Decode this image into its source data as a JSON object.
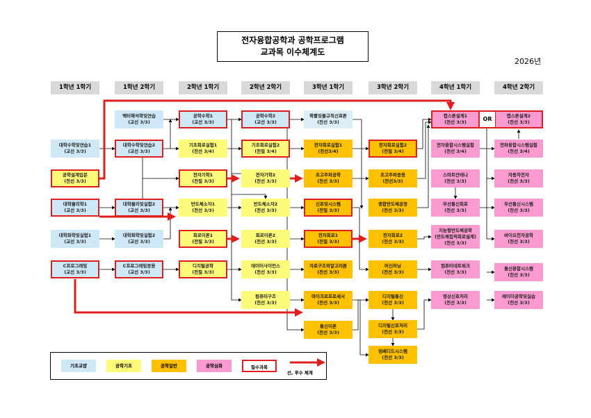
{
  "title": {
    "line1": "전자융합공학과 공학프로그램",
    "line2": "교과목 이수체계도"
  },
  "year": "2026년",
  "headers": [
    "1학년 1학기",
    "1학년 2학기",
    "2학년 1학기",
    "2학년 2학기",
    "3학년 1학기",
    "3학년 2학기",
    "4학년 1학기",
    "4학년 2학기"
  ],
  "courses": {
    "c1": [
      {
        "name": "대학수학및연습1",
        "credit": "(교선 3/3)"
      },
      {
        "name": "공학설계입문",
        "credit": "(전선 3/3)"
      },
      {
        "name": "대학물리학1",
        "credit": "(교선 3/3)"
      },
      {
        "name": "대학화학및실험1",
        "credit": "(교선 3/3)"
      },
      {
        "name": "C프로그래밍",
        "credit": "(교선 3/3)"
      }
    ],
    "c2": [
      {
        "name": "벡터해석학및연습",
        "credit": "(교선 3/3)"
      },
      {
        "name": "대학수학및연습2",
        "credit": "(교선 3/3)"
      },
      {
        "name": "대학물리및실험2",
        "credit": "(교선 3/3)"
      },
      {
        "name": "대학화학및실험2",
        "credit": "(교선 3/3)"
      },
      {
        "name": "C프로그래밍응용",
        "credit": "(교선 3/3)"
      }
    ],
    "c3": [
      {
        "name": "공학수학1",
        "credit": "(교선 3/3)"
      },
      {
        "name": "기초회로실험1",
        "credit": "(전선 3/4)"
      },
      {
        "name": "전자기학1",
        "credit": "(전필 3/3)"
      },
      {
        "name": "반도체소자1",
        "credit": "(전선 3/3)"
      },
      {
        "name": "회로이론1",
        "credit": "(전필 3/3)"
      },
      {
        "name": "디지털공학",
        "credit": "(전필 3/3)"
      }
    ],
    "c4": [
      {
        "name": "공학수학2",
        "credit": "(교선 3/3)"
      },
      {
        "name": "기초회로실험2",
        "credit": "(전필 3/4)"
      },
      {
        "name": "전자기학2",
        "credit": "(전선 3/3)"
      },
      {
        "name": "반도체소자2",
        "credit": "(전선 3/3)"
      },
      {
        "name": "회로이론2",
        "credit": "(전선 3/3)"
      },
      {
        "name": "데이터사이언스",
        "credit": "(전선 3/3)"
      },
      {
        "name": "컴퓨터구조",
        "credit": "(전선 3/3)"
      }
    ],
    "c5": [
      {
        "name": "확률및불규칙신호론",
        "credit": "(전선 3/3)"
      },
      {
        "name": "전자회로실험1",
        "credit": "(전선3/4)"
      },
      {
        "name": "초고주파공학",
        "credit": "(전선 3/3)"
      },
      {
        "name": "신호및시스템",
        "credit": "(전필 3/3)"
      },
      {
        "name": "전자회로1",
        "credit": "(전필 3/3)"
      },
      {
        "name": "자료구조와알고리즘",
        "credit": "(전선 3/3)"
      },
      {
        "name": "마이크로프로세서",
        "credit": "(전선 3/3)"
      },
      {
        "name": "통신이론",
        "credit": "(전선 3/3)"
      }
    ],
    "c6": [
      {
        "name": "전자회로실험2",
        "credit": "(전필 3/4)"
      },
      {
        "name": "초고주파응용",
        "credit": "(전선3/3)"
      },
      {
        "name": "종합반도체공정",
        "credit": "(전선 3/3)"
      },
      {
        "name": "전자회로2",
        "credit": "(전선 3/3)"
      },
      {
        "name": "머신러닝",
        "credit": "(전선 3/3)"
      },
      {
        "name": "디지털통신",
        "credit": "(전선 3/3)"
      },
      {
        "name": "디지털신호처리",
        "credit": "(전선 3/3)"
      },
      {
        "name": "임베디드시스템",
        "credit": "(전선 3/3)"
      }
    ],
    "c7": [
      {
        "name": "캡스톤설계1",
        "credit": "(전선 3/3)"
      },
      {
        "name": "전자융합시스템실험",
        "credit": "(전선 3/4)"
      },
      {
        "name": "스마트안테나",
        "credit": "(전선 3/3)"
      },
      {
        "name": "무선통신회로",
        "credit": "(전선 3/3)"
      },
      {
        "name": "지능형반도체공학",
        "sub": "(반도체집적회로설계)",
        "credit": "(전선 3/3)"
      },
      {
        "name": "컴퓨터네트워크",
        "credit": "(전선 3/3)"
      },
      {
        "name": "영상신호처리",
        "credit": "(전선 3/3)"
      }
    ],
    "c8": [
      {
        "name": "캡스톤설계2",
        "credit": "(전선 3/3)"
      },
      {
        "name": "전파융합시스템실험",
        "credit": "(전선 3/4)"
      },
      {
        "name": "자동차전자",
        "credit": "(전선 3/3)"
      },
      {
        "name": "무선통신시스템",
        "credit": "(전선 3/3)"
      },
      {
        "name": "바이오전자공학",
        "credit": "(전선 3/3)"
      },
      {
        "name": "통신융합시스템",
        "credit": "(전선 3/3)"
      },
      {
        "name": "레이더공학및실습",
        "credit": "(전선 3/3)"
      }
    ]
  },
  "or_label": "OR",
  "legend": {
    "basic": "기초교양",
    "eng_basic": "공학기초",
    "eng_general": "공학일반",
    "eng_advanced": "공학심화",
    "required": "필수과목",
    "arrow": "선, 후수 체계"
  },
  "colors": {
    "basic": "#cfe8f8",
    "eng_basic": "#fffb7a",
    "eng_general": "#ffc000",
    "eng_advanced": "#f99bd0",
    "required": "#e01e1e"
  }
}
